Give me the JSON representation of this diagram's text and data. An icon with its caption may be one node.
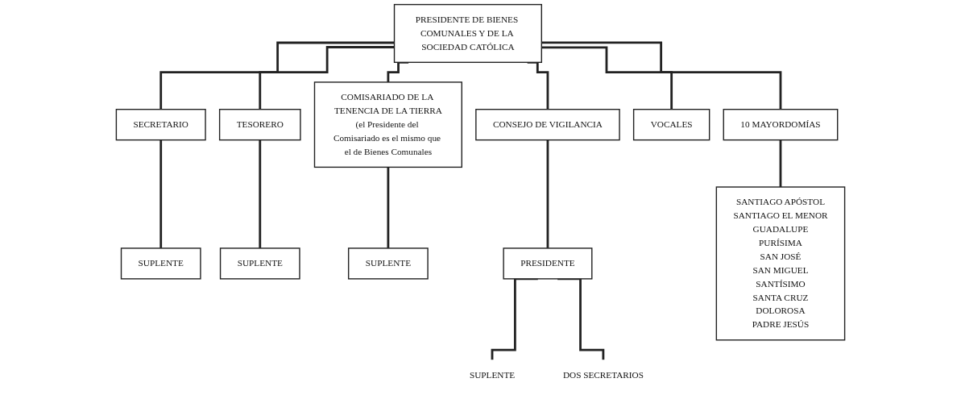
{
  "diagram": {
    "nodes": [
      {
        "text": [
          "PRESIDENTE DE BIENES COMUNALES Y DE LA SOCIEDAD CATÓLICA"
        ]
      },
      {
        "text": [
          "SECRETARIO"
        ]
      },
      {
        "text": [
          "TESORERO"
        ]
      },
      {
        "text": [
          "COMISARIADO DE LA TENENCIA DE LA TIERRA",
          "(el Presidente del Comisariado es el mismo que el de Bienes Comunales"
        ]
      },
      {
        "text": [
          "CONSEJO DE VIGILANCIA"
        ]
      },
      {
        "text": [
          "VOCALES"
        ]
      },
      {
        "text": [
          "10 MAYORDOMÍAS"
        ]
      },
      {
        "text": [
          "SUPLENTE"
        ]
      },
      {
        "text": [
          "SUPLENTE"
        ]
      },
      {
        "text": [
          "SUPLENTE"
        ]
      },
      {
        "text": [
          "PRESIDENTE"
        ]
      },
      {
        "text": [
          "SUPLENTE"
        ]
      },
      {
        "text": [
          "DOS SECRETARIOS"
        ]
      },
      {
        "text": [
          "SANTIAGO APÓSTOL",
          "SANTIAGO EL MENOR",
          "GUADALUPE",
          "PURÍSIMA",
          "SAN JOSÉ",
          "SAN MIGUEL",
          "SANTÍSIMO",
          "SANTA CRUZ",
          "DOLOROSA",
          "PADRE JESÚS"
        ]
      }
    ],
    "edges": [
      {
        "from": 0,
        "to": 1,
        "arrow": "none"
      },
      {
        "from": 0,
        "to": 2,
        "arrow": "none"
      },
      {
        "from": 0,
        "to": 3,
        "arrow": "none"
      },
      {
        "from": 0,
        "to": 4,
        "arrow": "none"
      },
      {
        "from": 0,
        "to": 5,
        "arrow": "none"
      },
      {
        "from": 0,
        "to": 6,
        "arrow": "none"
      },
      {
        "from": 1,
        "to": 7,
        "arrow": "none"
      },
      {
        "from": 2,
        "to": 8,
        "arrow": "none"
      },
      {
        "from": 3,
        "to": 9,
        "arrow": "none"
      },
      {
        "from": 4,
        "to": 10,
        "arrow": "none"
      },
      {
        "from": 10,
        "to": 11,
        "arrow": "none"
      },
      {
        "from": 10,
        "to": 12,
        "arrow": "none"
      },
      {
        "from": 6,
        "to": 13,
        "arrow": "none"
      }
    ]
  }
}
